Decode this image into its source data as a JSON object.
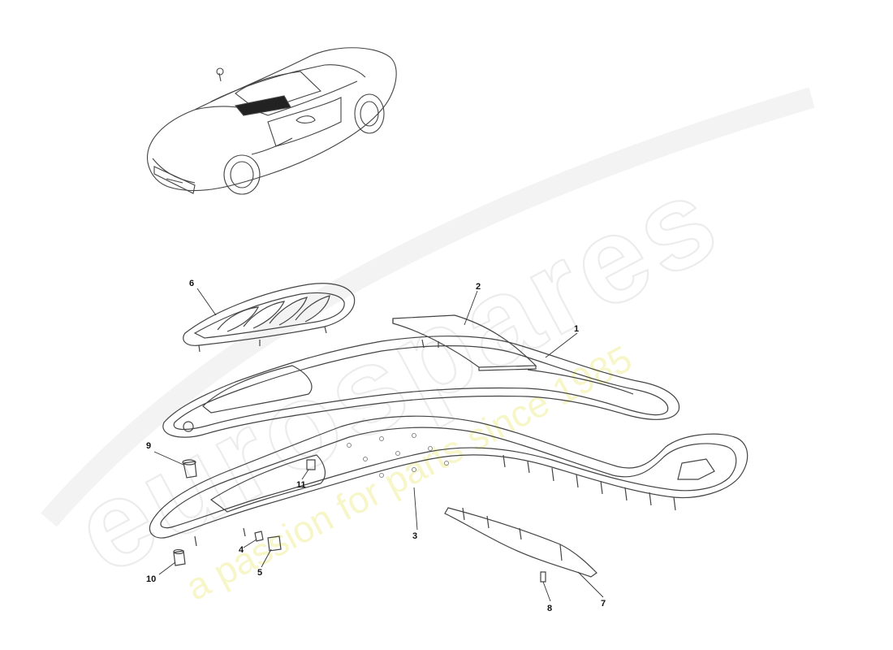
{
  "watermark": {
    "brand": "eurospares",
    "tagline": "a passion for parts since 1985"
  },
  "callouts": {
    "c1": "1",
    "c2": "2",
    "c3": "3",
    "c4": "4",
    "c5": "5",
    "c6": "6",
    "c7": "7",
    "c8": "8",
    "c9": "9",
    "c10": "10",
    "c11": "11"
  }
}
